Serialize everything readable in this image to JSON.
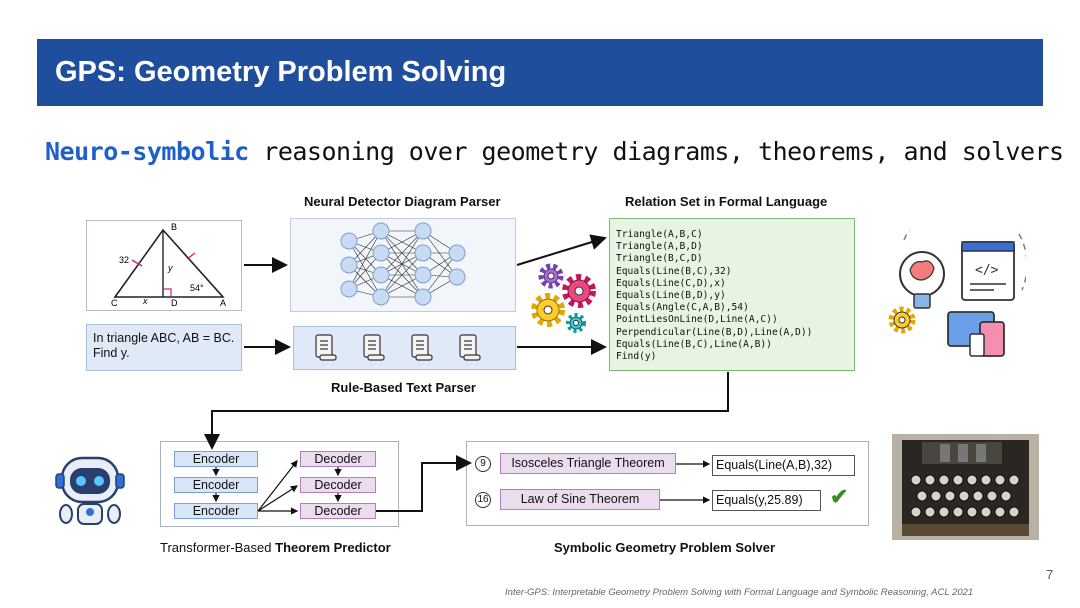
{
  "slide": {
    "title": "GPS: Geometry Problem Solving",
    "subtitle_highlight": "Neuro-symbolic",
    "subtitle_rest": "reasoning over geometry diagrams, theorems, and solvers",
    "page_number": "7",
    "citation": "Inter-GPS: Interpretable Geometry Problem Solving with Formal Language and Symbolic Reasoning, ACL 2021"
  },
  "diagram": {
    "label_b": "B",
    "label_c": "C",
    "label_d": "D",
    "label_a": "A",
    "label_32": "32",
    "label_y": "y",
    "label_x": "x",
    "label_54": "54°"
  },
  "problem_text": "In triangle ABC, AB = BC. Find y.",
  "neural_parser": {
    "caption": "Neural Detector Diagram Parser"
  },
  "text_parser": {
    "caption": "Rule-Based Text Parser"
  },
  "relation_set": {
    "caption": "Relation Set in Formal Language",
    "relations": [
      "Triangle(A,B,C)",
      "Triangle(A,B,D)",
      "Triangle(B,C,D)",
      "Equals(Line(B,C),32)",
      "Equals(Line(C,D),x)",
      "Equals(Line(B,D),y)",
      "Equals(Angle(C,A,B),54)",
      "PointLiesOnLine(D,Line(A,C))",
      "Perpendicular(Line(B,D),Line(A,D))",
      "Equals(Line(B,C),Line(A,B))",
      "Find(y)"
    ]
  },
  "predictor": {
    "caption_prefix": "Transformer-Based",
    "caption_bold": "Theorem Predictor",
    "encoders": [
      "Encoder",
      "Encoder",
      "Encoder"
    ],
    "decoders": [
      "Decoder",
      "Decoder",
      "Decoder"
    ]
  },
  "solver": {
    "caption": "Symbolic Geometry Problem Solver",
    "steps": [
      {
        "num": "9",
        "theorem": "Isosceles Triangle Theorem",
        "result": "Equals(Line(A,B),32)"
      },
      {
        "num": "16",
        "theorem": "Law of Sine Theorem",
        "result": "Equals(y,25.89)"
      }
    ],
    "check": "✔"
  },
  "colors": {
    "title_bar": "#1f4e9c",
    "highlight": "#1f5fc8",
    "relation_bg": "#e6f4e1",
    "encoder": "#d9e6f7",
    "decoder": "#ecdcef",
    "check": "#3a8a2e"
  }
}
